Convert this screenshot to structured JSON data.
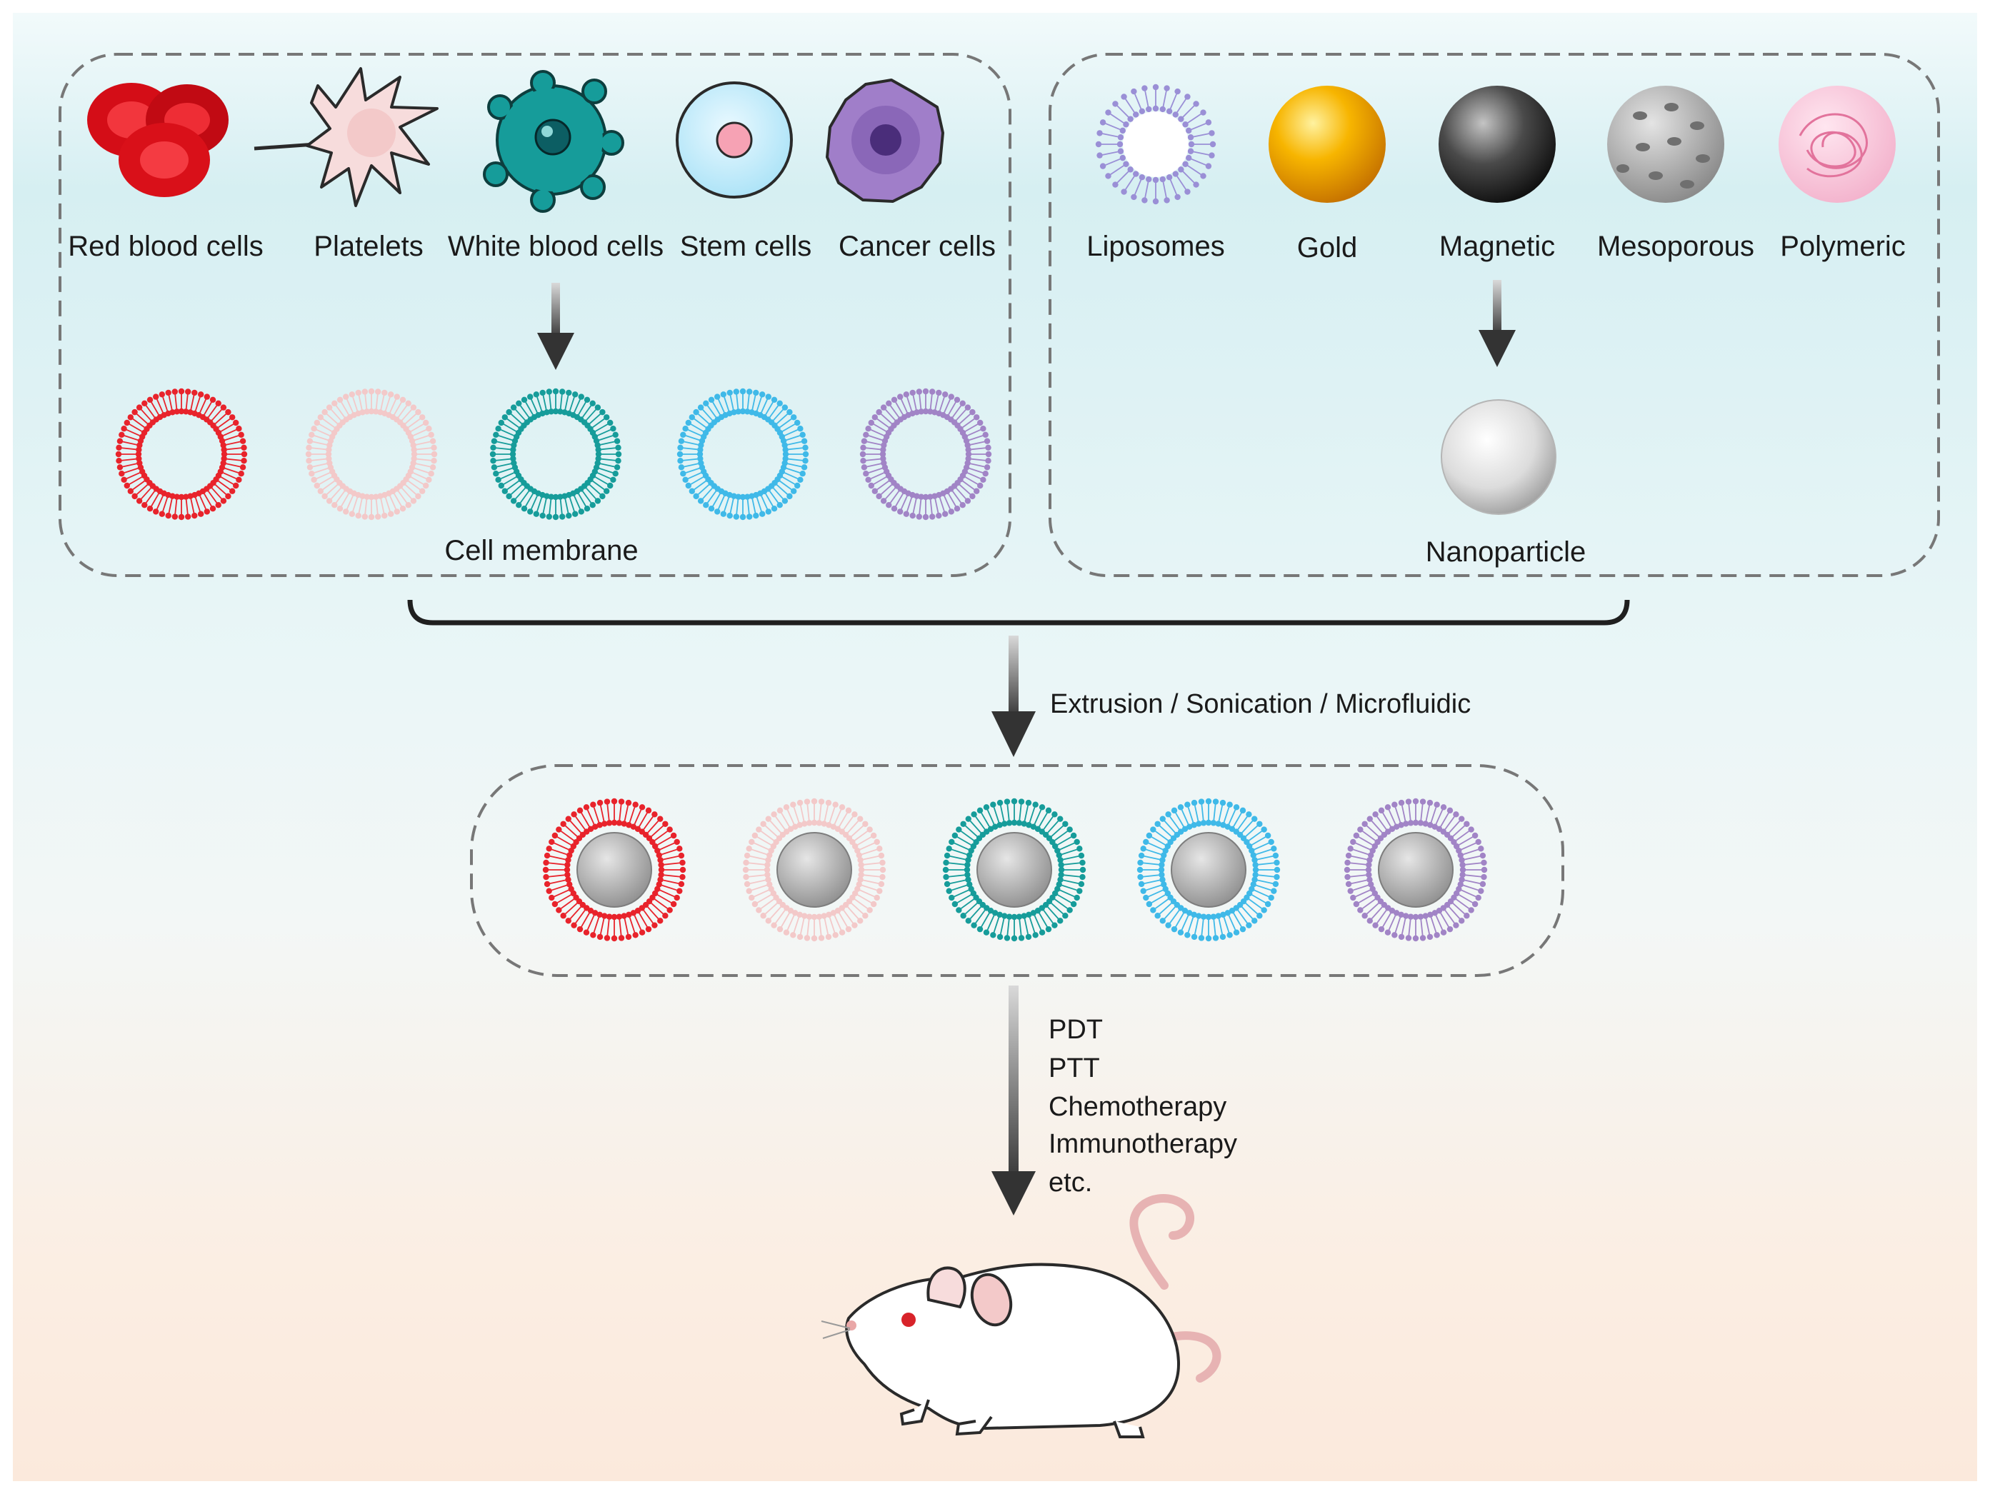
{
  "cell_sources": {
    "items": [
      {
        "label": "Red blood cells",
        "color": "#e8232b"
      },
      {
        "label": "Platelets",
        "color": "#f3c9c9"
      },
      {
        "label": "White blood cells",
        "color": "#169c9a"
      },
      {
        "label": "Stem cells",
        "color": "#3fb9e8"
      },
      {
        "label": "Cancer cells",
        "color": "#a184c6"
      }
    ],
    "caption": "Cell membrane"
  },
  "nanoparticle_sources": {
    "items": [
      {
        "label": "Liposomes",
        "color": "#9a8fd6"
      },
      {
        "label": "Gold",
        "color": "#f5a400"
      },
      {
        "label": "Magnetic",
        "color": "#3a3a3a"
      },
      {
        "label": "Mesoporous",
        "color": "#9a9a9a"
      },
      {
        "label": "Polymeric",
        "color": "#f2a9c4"
      }
    ],
    "caption": "Nanoparticle"
  },
  "fabrication_step": "Extrusion / Sonication / Microfluidic",
  "applications": [
    "PDT",
    "PTT",
    "Chemotherapy",
    "Immunotherapy",
    "etc."
  ]
}
